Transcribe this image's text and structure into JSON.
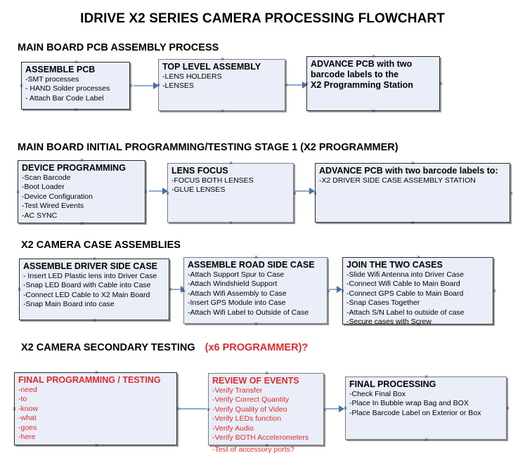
{
  "document": {
    "title": "IDRIVE X2  SERIES CAMERA PROCESSING FLOWCHART"
  },
  "colors": {
    "box_fill": "#e9eef8",
    "box_border": "#2b2b2b",
    "connector": "#8ea9c8",
    "arrow": "#4472a8",
    "accent_red": "#e02a2f",
    "text": "#000000",
    "background": "#ffffff"
  },
  "sections": [
    {
      "id": "main-board-pcb-assembly-process",
      "title": "MAIN BOARD PCB ASSEMBLY PROCESS",
      "title_accent": "",
      "nodes": [
        {
          "id": "assemble-pcb",
          "header": "ASSEMBLE PCB",
          "lines": [
            "-SMT processes",
            "- HAND Solder processes",
            "- Attach Bar Code Label"
          ]
        },
        {
          "id": "top-level-assembly",
          "header": "TOP LEVEL ASSEMBLY",
          "lines": [
            "-LENS HOLDERS",
            "-LENSES"
          ]
        },
        {
          "id": "advance-pcb-to-x2-programming-station",
          "header": "ADVANCE PCB with two",
          "header_lines": [
            "ADVANCE PCB with two",
            "barcode labels to the",
            " X2 Programming Station"
          ],
          "lines": []
        }
      ]
    },
    {
      "id": "main-board-initial-programming-testing-stage-1",
      "title": "MAIN BOARD INITIAL PROGRAMMING/TESTING STAGE 1 (X2 PROGRAMMER)",
      "title_accent": "",
      "nodes": [
        {
          "id": "device-programming",
          "header": "DEVICE PROGRAMMING",
          "lines": [
            "-Scan Barcode",
            "-Boot Loader",
            "-Device Configuration",
            "-Test Wired Events",
            "-AC SYNC"
          ]
        },
        {
          "id": "lens-focus",
          "header": "LENS FOCUS",
          "lines": [
            "-FOCUS BOTH LENSES",
            "-GLUE LENSES"
          ]
        },
        {
          "id": "advance-pcb-to-driver-side-case-assembly",
          "header": "ADVANCE PCB with two barcode labels to:",
          "lines": [
            "-X2 DRIVER  SIDE  CASE  ASSEMBLY STATION"
          ]
        }
      ]
    },
    {
      "id": "x2-camera-case-assemblies",
      "title": "X2 CAMERA CASE ASSEMBLIES",
      "title_accent": "",
      "nodes": [
        {
          "id": "assemble-driver-side-case",
          "header": "ASSEMBLE DRIVER SIDE CASE",
          "lines": [
            "- Insert LED Plastic lens into Driver Case",
            "-Snap LED Board with Cable into Case",
            "-Connect LED Cable to X2 Main Board",
            "-Snap Main Board into case"
          ]
        },
        {
          "id": "assemble-road-side-case",
          "header": "ASSEMBLE ROAD SIDE CASE",
          "lines": [
            "-Attach Support Spur to Case",
            "-Attach Windshield Support",
            "-Attach Wifi Assembly to Case",
            "-Insert GPS Module into Case",
            "-Attach Wifi Label to Outside of Case"
          ]
        },
        {
          "id": "join-the-two-cases",
          "header": "JOIN THE TWO CASES",
          "lines": [
            "-Slide Wifi Antenna into Driver Case",
            "-Connect Wifi Cable to Main Board",
            "-Connect GPS Cable to Main Board",
            "-Snap Cases Together",
            "-Attach S/N Label to outside of case",
            "-Secure cases with Screw"
          ]
        }
      ]
    },
    {
      "id": "x2-camera-secondary-testing",
      "title": "X2 CAMERA SECONDARY TESTING",
      "title_accent": "(x6 PROGRAMMER)?",
      "nodes": [
        {
          "id": "final-programming-testing",
          "header": "FINAL PROGRAMMING / TESTING",
          "lines": [
            "-need",
            "-to",
            "-know",
            "-what",
            "-goes",
            "-here"
          ]
        },
        {
          "id": "review-of-events",
          "header": "REVIEW OF EVENTS",
          "lines": [
            "-Verify Transfer",
            "-Verify Correct Quantity",
            "-Verify Quality of Video",
            "-Verify LEDs function",
            "-Verify Audio",
            "-Verify BOTH Accelerometers"
          ],
          "overflow_line": "-Test of accessory ports?"
        },
        {
          "id": "final-processing",
          "header": "FINAL PROCESSING",
          "lines": [
            "-Check Final Box",
            "-Place In Bubble wrap Bag and BOX",
            "-Place Barcode Label on Exterior or Box"
          ]
        }
      ]
    }
  ]
}
